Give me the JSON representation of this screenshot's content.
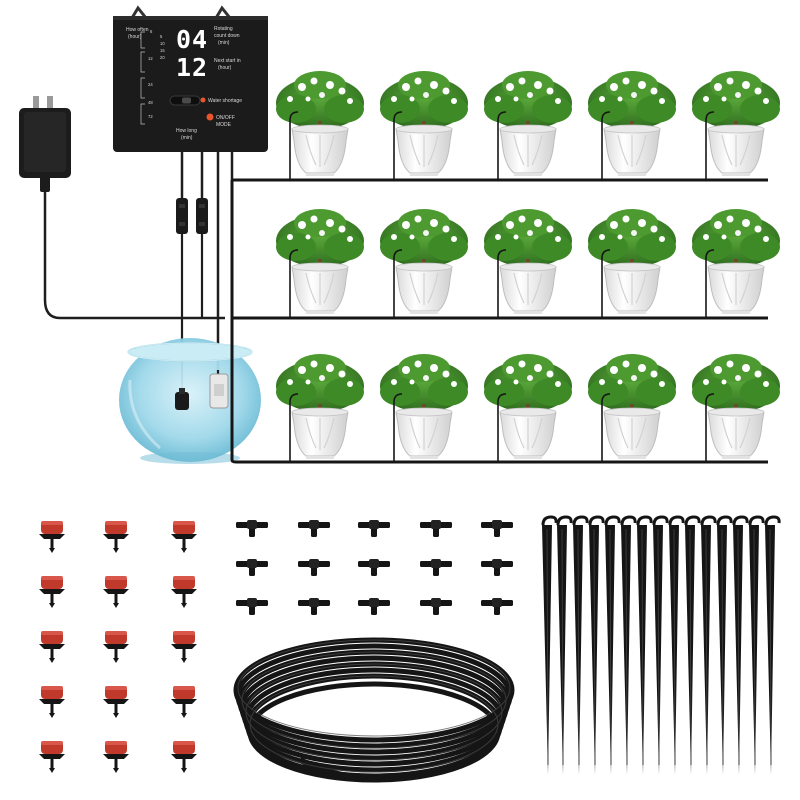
{
  "controller": {
    "display_hours": "04",
    "display_minutes": "12",
    "label_how_often": "How often",
    "label_hours_paren": "(hour)",
    "label_rotating": "Rotating",
    "label_countdown": "count down",
    "label_min": "(min)",
    "label_next_start": "Next start in",
    "label_next_hour": "(hour)",
    "label_how_long": "How long",
    "label_how_long_min": "(min)",
    "label_water_shortage": "Water shortage",
    "label_onoff": "ON/OFF",
    "label_mode": "MODE",
    "schedule_hours": [
      "6",
      "12",
      "24",
      "48",
      "72"
    ],
    "duration_marks": [
      "5",
      "10",
      "15",
      "20"
    ]
  },
  "colors": {
    "controller_body": "#1b1b1b",
    "leaf": "#3f8f2a",
    "pot": "#f2f2f2",
    "dripper_red": "#c0392b",
    "tube": "#141414",
    "water": "#9fd8ea",
    "shortage_led": "#e8542b"
  },
  "icons": [
    "power-adapter-icon",
    "water-pump-icon",
    "water-sensor-icon",
    "dripper-icon",
    "tee-connector-icon",
    "ground-stake-icon"
  ]
}
